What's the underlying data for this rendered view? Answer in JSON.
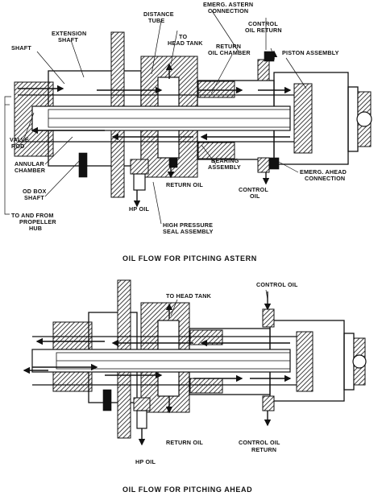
{
  "top_labels": {
    "emerg_astern": "EMERG. ASTERN",
    "connection": "CONNECTION",
    "distance": "DISTANCE",
    "tube": "TUBE",
    "extension": "EXTENSION",
    "shaft_ext": "SHAFT",
    "to": "TO",
    "head_tank": "HEAD TANK",
    "control": "CONTROL",
    "oil_return": "OIL RETURN",
    "shaft": "SHAFT",
    "return": "RETURN",
    "oil_chamber": "OIL CHAMBER",
    "piston_assembly": "PISTON ASSEMBLY",
    "valve": "VALVE",
    "rod": "ROD",
    "bearing": "BEARING",
    "assembly": "ASSEMBLY",
    "annular": "ANNULAR",
    "chamber": "CHAMBER",
    "emerg_ahead": "EMERG. AHEAD",
    "connection2": "CONNECTION",
    "return_oil": "RETURN OIL",
    "control2": "CONTROL",
    "oil2": "OIL",
    "od_box": "OD BOX",
    "shaft2": "SHAFT",
    "hp_oil": "HP OIL",
    "to_and_from": "TO AND FROM",
    "propeller": "PROPELLER",
    "hub": "HUB",
    "high_pressure": "HIGH PRESSURE",
    "seal_assembly": "SEAL ASSEMBLY"
  },
  "caption_top": "OIL FLOW FOR PITCHING ASTERN",
  "bottom_labels": {
    "to_head_tank": "TO HEAD TANK",
    "control_oil": "CONTROL OIL",
    "return_oil": "RETURN OIL",
    "control_oil_return_1": "CONTROL OIL",
    "control_oil_return_2": "RETURN",
    "hp_oil": "HP OIL"
  },
  "caption_bottom": "OIL FLOW FOR PITCHING AHEAD"
}
